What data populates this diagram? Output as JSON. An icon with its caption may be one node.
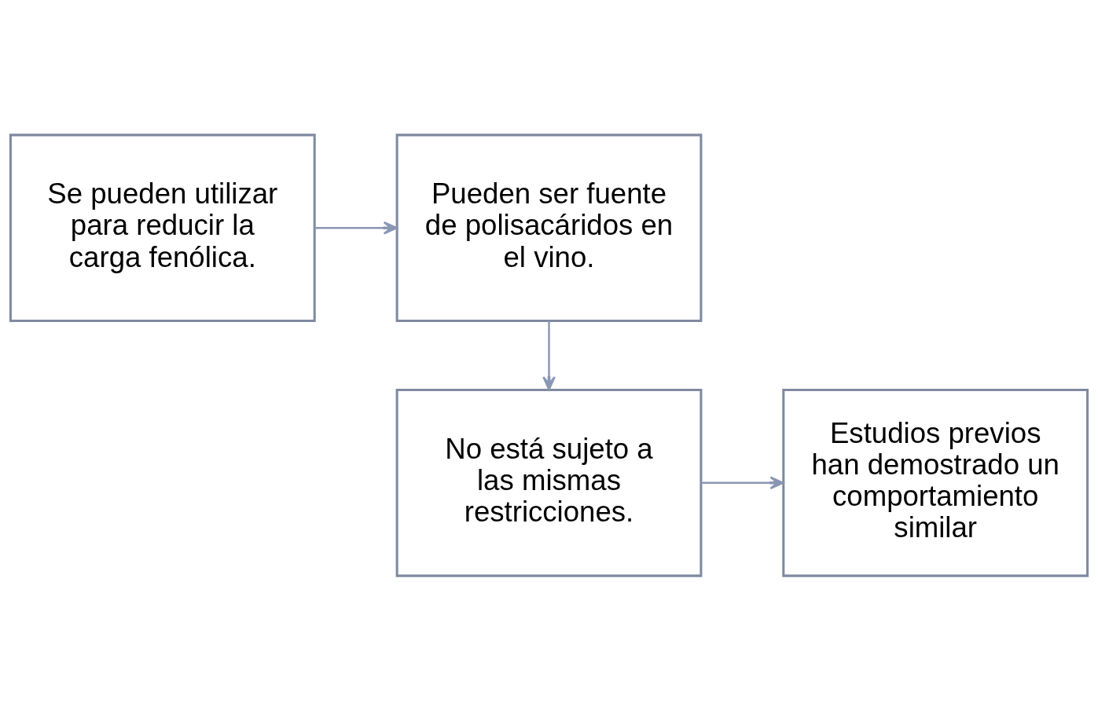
{
  "diagram": {
    "nodes": [
      {
        "text": [
          "Se pueden utilizar para reducir la carga fenólica."
        ]
      },
      {
        "text": [
          "Pueden ser fuente de polisacáridos en el vino."
        ]
      },
      {
        "text": [
          "No está sujeto a las mismas restricciones."
        ]
      },
      {
        "text": [
          "Estudios previos han demostrado un comportamiento similar"
        ]
      }
    ],
    "edges": [
      {
        "from": 0,
        "to": 1,
        "arrow": "to"
      },
      {
        "from": 1,
        "to": 2,
        "arrow": "to"
      },
      {
        "from": 2,
        "to": 3,
        "arrow": "to"
      }
    ]
  }
}
